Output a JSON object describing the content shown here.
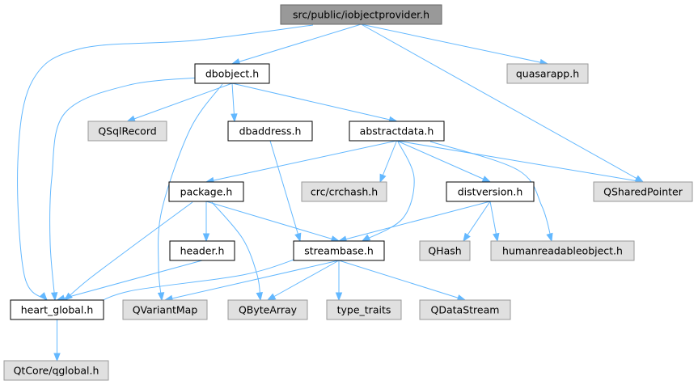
{
  "colors": {
    "edge": "#63b8ff",
    "root_fill": "#999999",
    "root_border": "#666666",
    "local_fill": "#ffffff",
    "local_border": "#000000",
    "system_fill": "#e0e0e0",
    "system_border": "#999999"
  },
  "nodes": [
    {
      "id": "iobjectprovider",
      "label": "src/public/iobjectprovider.h",
      "kind": "root"
    },
    {
      "id": "dbobject",
      "label": "dbobject.h",
      "kind": "local"
    },
    {
      "id": "quasarapp",
      "label": "quasarapp.h",
      "kind": "system"
    },
    {
      "id": "qsqlrecord",
      "label": "QSqlRecord",
      "kind": "system"
    },
    {
      "id": "dbaddress",
      "label": "dbaddress.h",
      "kind": "local"
    },
    {
      "id": "abstractdata",
      "label": "abstractdata.h",
      "kind": "local"
    },
    {
      "id": "package",
      "label": "package.h",
      "kind": "local"
    },
    {
      "id": "crchash",
      "label": "crc/crchash.h",
      "kind": "system"
    },
    {
      "id": "distversion",
      "label": "distversion.h",
      "kind": "local"
    },
    {
      "id": "qsharedpointer",
      "label": "QSharedPointer",
      "kind": "system"
    },
    {
      "id": "header",
      "label": "header.h",
      "kind": "local"
    },
    {
      "id": "streambase",
      "label": "streambase.h",
      "kind": "local"
    },
    {
      "id": "qhash",
      "label": "QHash",
      "kind": "system"
    },
    {
      "id": "humanreadable",
      "label": "humanreadableobject.h",
      "kind": "system"
    },
    {
      "id": "heartglobal",
      "label": "heart_global.h",
      "kind": "local"
    },
    {
      "id": "qvariantmap",
      "label": "QVariantMap",
      "kind": "system"
    },
    {
      "id": "qbytearray",
      "label": "QByteArray",
      "kind": "system"
    },
    {
      "id": "typetraits",
      "label": "type_traits",
      "kind": "system"
    },
    {
      "id": "qdatastream",
      "label": "QDataStream",
      "kind": "system"
    },
    {
      "id": "qglobal",
      "label": "QtCore/qglobal.h",
      "kind": "system"
    }
  ],
  "edges": [
    [
      "iobjectprovider",
      "dbobject"
    ],
    [
      "iobjectprovider",
      "quasarapp"
    ],
    [
      "iobjectprovider",
      "qsharedpointer"
    ],
    [
      "iobjectprovider",
      "heartglobal"
    ],
    [
      "dbobject",
      "qsqlrecord"
    ],
    [
      "dbobject",
      "dbaddress"
    ],
    [
      "dbobject",
      "abstractdata"
    ],
    [
      "dbobject",
      "heartglobal"
    ],
    [
      "dbobject",
      "qvariantmap"
    ],
    [
      "dbaddress",
      "streambase"
    ],
    [
      "abstractdata",
      "package"
    ],
    [
      "abstractdata",
      "crchash"
    ],
    [
      "abstractdata",
      "distversion"
    ],
    [
      "abstractdata",
      "qsharedpointer"
    ],
    [
      "abstractdata",
      "streambase"
    ],
    [
      "abstractdata",
      "humanreadable"
    ],
    [
      "package",
      "header"
    ],
    [
      "package",
      "streambase"
    ],
    [
      "package",
      "heartglobal"
    ],
    [
      "package",
      "qbytearray"
    ],
    [
      "distversion",
      "streambase"
    ],
    [
      "distversion",
      "qhash"
    ],
    [
      "distversion",
      "humanreadable"
    ],
    [
      "header",
      "heartglobal"
    ],
    [
      "streambase",
      "heartglobal"
    ],
    [
      "streambase",
      "qvariantmap"
    ],
    [
      "streambase",
      "qbytearray"
    ],
    [
      "streambase",
      "typetraits"
    ],
    [
      "streambase",
      "qdatastream"
    ],
    [
      "heartglobal",
      "qglobal"
    ]
  ]
}
